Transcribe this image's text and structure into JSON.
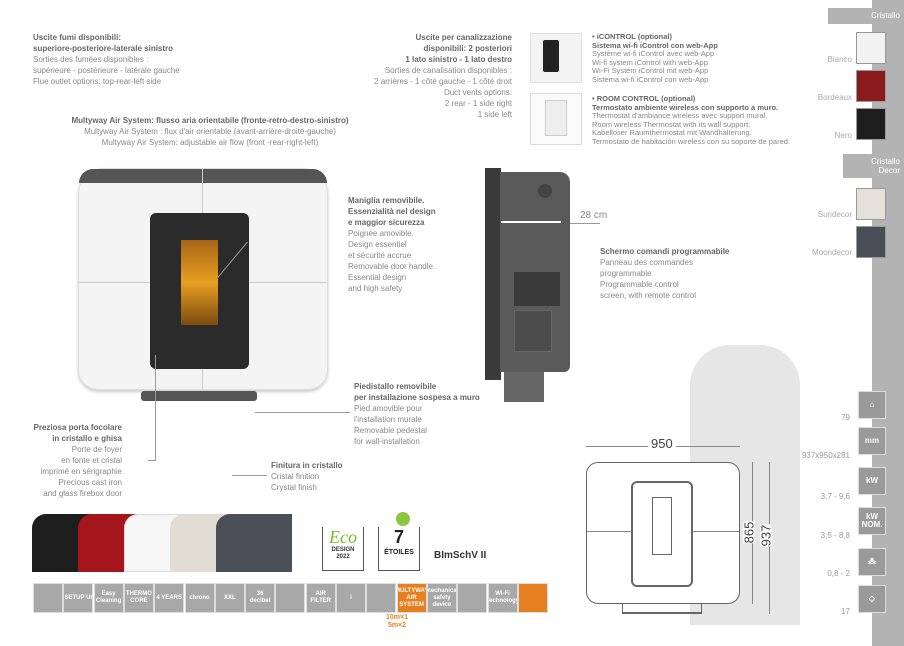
{
  "flue": {
    "title1": "Uscite fumi disponibili:",
    "title2": "superiore-posteriore-laterale sinistro",
    "lines": [
      "Sorties des fumées disponibles :",
      "supérieure - postérieure - latérale gauche",
      "Flue outlet options: top-rear-left side"
    ]
  },
  "ducts": {
    "title": [
      "Uscite per canalizzazione",
      "disponibili: 2 posteriori",
      "1 lato sinistro - 1 lato destro"
    ],
    "lines": [
      "Sorties de canalisation disponibles :",
      "2 arrières - 1 côté gauche - 1 côté droit",
      "Duct vents options:",
      "2 rear - 1 side right",
      "1 side left"
    ]
  },
  "multyway": {
    "title": "Multyway Air System: flusso aria orientabile (fronte-retro-destro-sinistro)",
    "lines": [
      "Multyway Air System : flux d'air orientable (avant-arrière-droite-gauche)",
      "Multyway Air System: adjustable air flow (front -rear-right-left)"
    ]
  },
  "handle": {
    "title": [
      "Maniglia removibile.",
      "Essenzialità nel design",
      "e maggior sicurezza"
    ],
    "lines": [
      "Poignée amovible.",
      "Design essentiel",
      "et sécurité accrue",
      "Removable door handle.",
      "Essential design",
      "and high safety"
    ]
  },
  "pedestal": {
    "title": [
      "Piedistallo removibile",
      "per installazione sospesa a muro"
    ],
    "lines": [
      "Pied amovible pour",
      "l'installation murale",
      "Removable pedestal",
      "for wall-installation"
    ]
  },
  "door": {
    "title": [
      "Preziosa porta focolare",
      "in cristallo e ghisa"
    ],
    "lines": [
      "Porte de foyer",
      "en fonte et cristal",
      "imprimé en sérigraphie",
      "Precious cast iron",
      "and glass firebox door"
    ]
  },
  "finish": {
    "title": "Finitura in cristallo",
    "lines": [
      "Cristal finition",
      "Crystal finish"
    ]
  },
  "screen": {
    "title": "Schermo comandi programmabile",
    "lines": [
      "Panneau des commandes",
      "programmable",
      "Programmable control",
      "screen, with remote control"
    ]
  },
  "depth_label": "28 cm",
  "icontrol": {
    "title": "• iCONTROL (optional)",
    "subtitle": "Sistema wi-fi iControl con web-App",
    "lines": [
      "Système wi-fi iControl avec web-App",
      "Wi-fi system iControl with web-App",
      "Wi-Fi System iControl mit web-App",
      "Sistema wi-fi iControl con web-App"
    ]
  },
  "roomcontrol": {
    "title": "• ROOM CONTROL (optional)",
    "subtitle": "Termostato ambiente wireless con supporto a muro.",
    "lines": [
      "Thermostat d'ambiance wireless avec support mural.",
      "Room wireless Thermostat with its wall support.",
      "Kabelloser Raumthermostat mit Wandhalterung.",
      "Termostato de habitación wireless con su soporte de pared."
    ]
  },
  "colors": {
    "header": "Cristallo",
    "items": [
      {
        "name": "Bianco",
        "hex": "#f2f2f2"
      },
      {
        "name": "Bordeaux",
        "hex": "#8a1a1c"
      },
      {
        "name": "Nero",
        "hex": "#1e1e1e"
      }
    ],
    "decor_header": [
      "Cristallo",
      "Decor"
    ],
    "decor": [
      {
        "name": "Sundecor",
        "hex": "#e4e0da"
      },
      {
        "name": "Moondecor",
        "hex": "#4a4d55"
      }
    ]
  },
  "specs": [
    {
      "icon": "house-icon",
      "value": "79"
    },
    {
      "icon": "dimensions-icon",
      "label": "mm",
      "value": "937x950x281"
    },
    {
      "icon": "flame-kw-icon",
      "label": "kW",
      "value": "3,7 - 9,6"
    },
    {
      "icon": "kw-nominal-icon",
      "label": "kW NOM.",
      "value": "3,5 - 8,8"
    },
    {
      "icon": "pellet-icon",
      "value": "0,8 - 2"
    },
    {
      "icon": "hopper-icon",
      "value": "17"
    }
  ],
  "dimensions": {
    "width": "950",
    "height_inner": "865",
    "height_total": "937"
  },
  "badges": {
    "eco": "Eco",
    "eco_sub": "DESIGN",
    "eco_year": "2022",
    "stars": "7",
    "stars_label": "ÉTOILES",
    "bimsch": "BImSchV II"
  },
  "feature_icons": [
    "",
    "SETUP UI",
    "Easy Cleaning",
    "THERMO CORE",
    "4 YEARS",
    "chrono",
    "XXL",
    "36 decibel",
    "",
    "AIR FILTER",
    "i",
    "",
    "MULTYWAY AIR SYSTEM",
    "mechanical safety device",
    "",
    "Wi-Fi Technology",
    ""
  ],
  "duct_lengths": [
    "10m×1",
    "5m×2"
  ]
}
